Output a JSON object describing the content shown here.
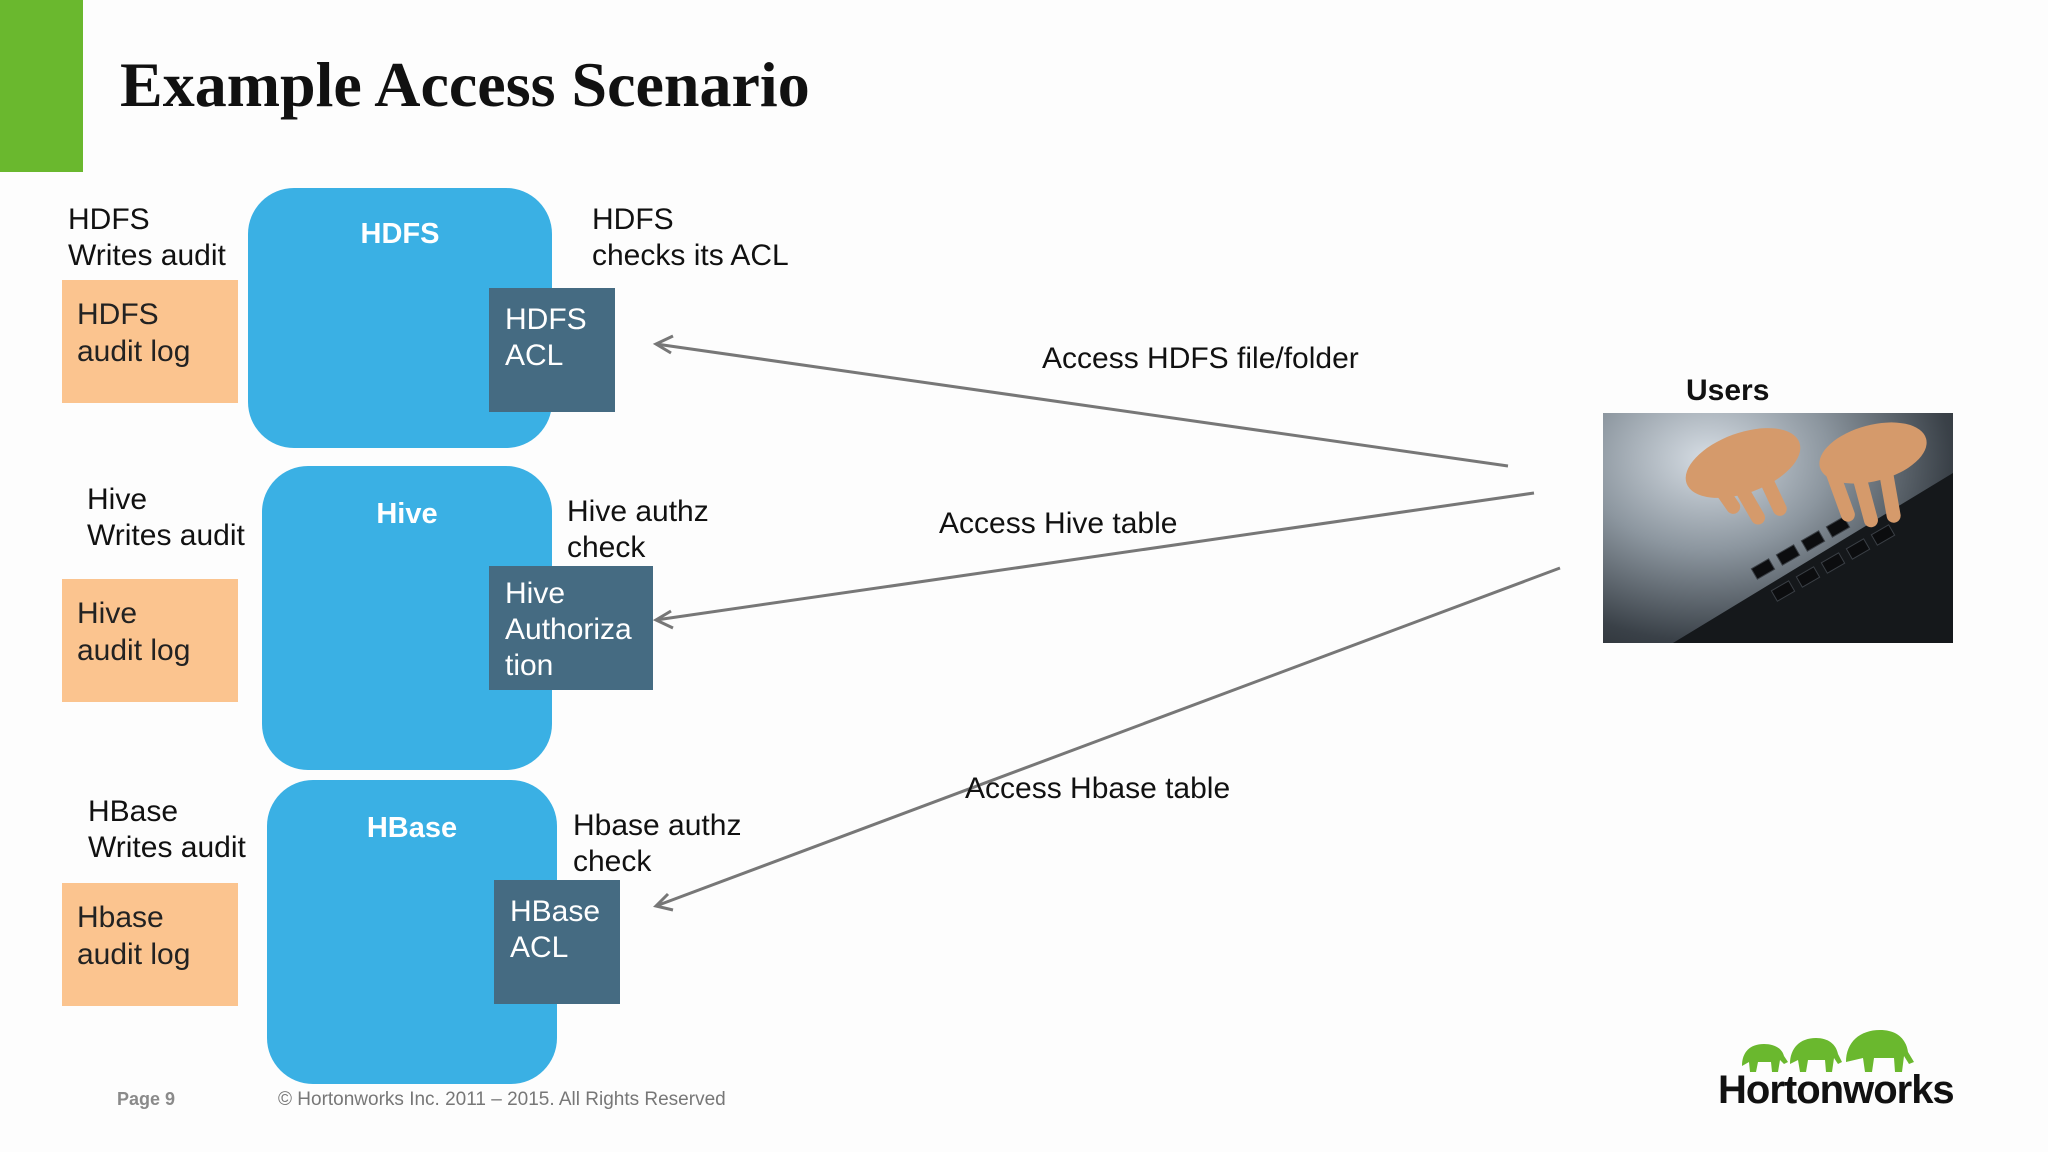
{
  "slide": {
    "title": "Example Access Scenario",
    "footer_page": "Page 9",
    "footer_copyright": "© Hortonworks Inc. 2011 – 2015. All Rights Reserved",
    "brand": "Hortonworks"
  },
  "services": {
    "hdfs": {
      "name": "HDFS",
      "acl": "HDFS\nACL",
      "check": "HDFS\nchecks its ACL",
      "writes": "HDFS\nWrites audit",
      "log": "HDFS\naudit log",
      "access": "Access HDFS file/folder"
    },
    "hive": {
      "name": "Hive",
      "acl": "Hive\nAuthoriza\ntion",
      "check": "Hive authz\ncheck",
      "writes": "Hive\nWrites audit",
      "log": "Hive\naudit log",
      "access": "Access Hive table"
    },
    "hbase": {
      "name": "HBase",
      "acl": "HBase\nACL",
      "check": "Hbase authz\ncheck",
      "writes": "HBase\nWrites audit",
      "log": "Hbase\naudit log",
      "access": "Access Hbase table"
    }
  },
  "users": {
    "label": "Users",
    "image": "person-typing-on-laptop-photo"
  },
  "colors": {
    "accent_green": "#6ab82e",
    "service_blue": "#3ab0e4",
    "acl_slate": "#456b82",
    "log_orange": "#fbc48f",
    "arrow_gray": "#777777"
  }
}
